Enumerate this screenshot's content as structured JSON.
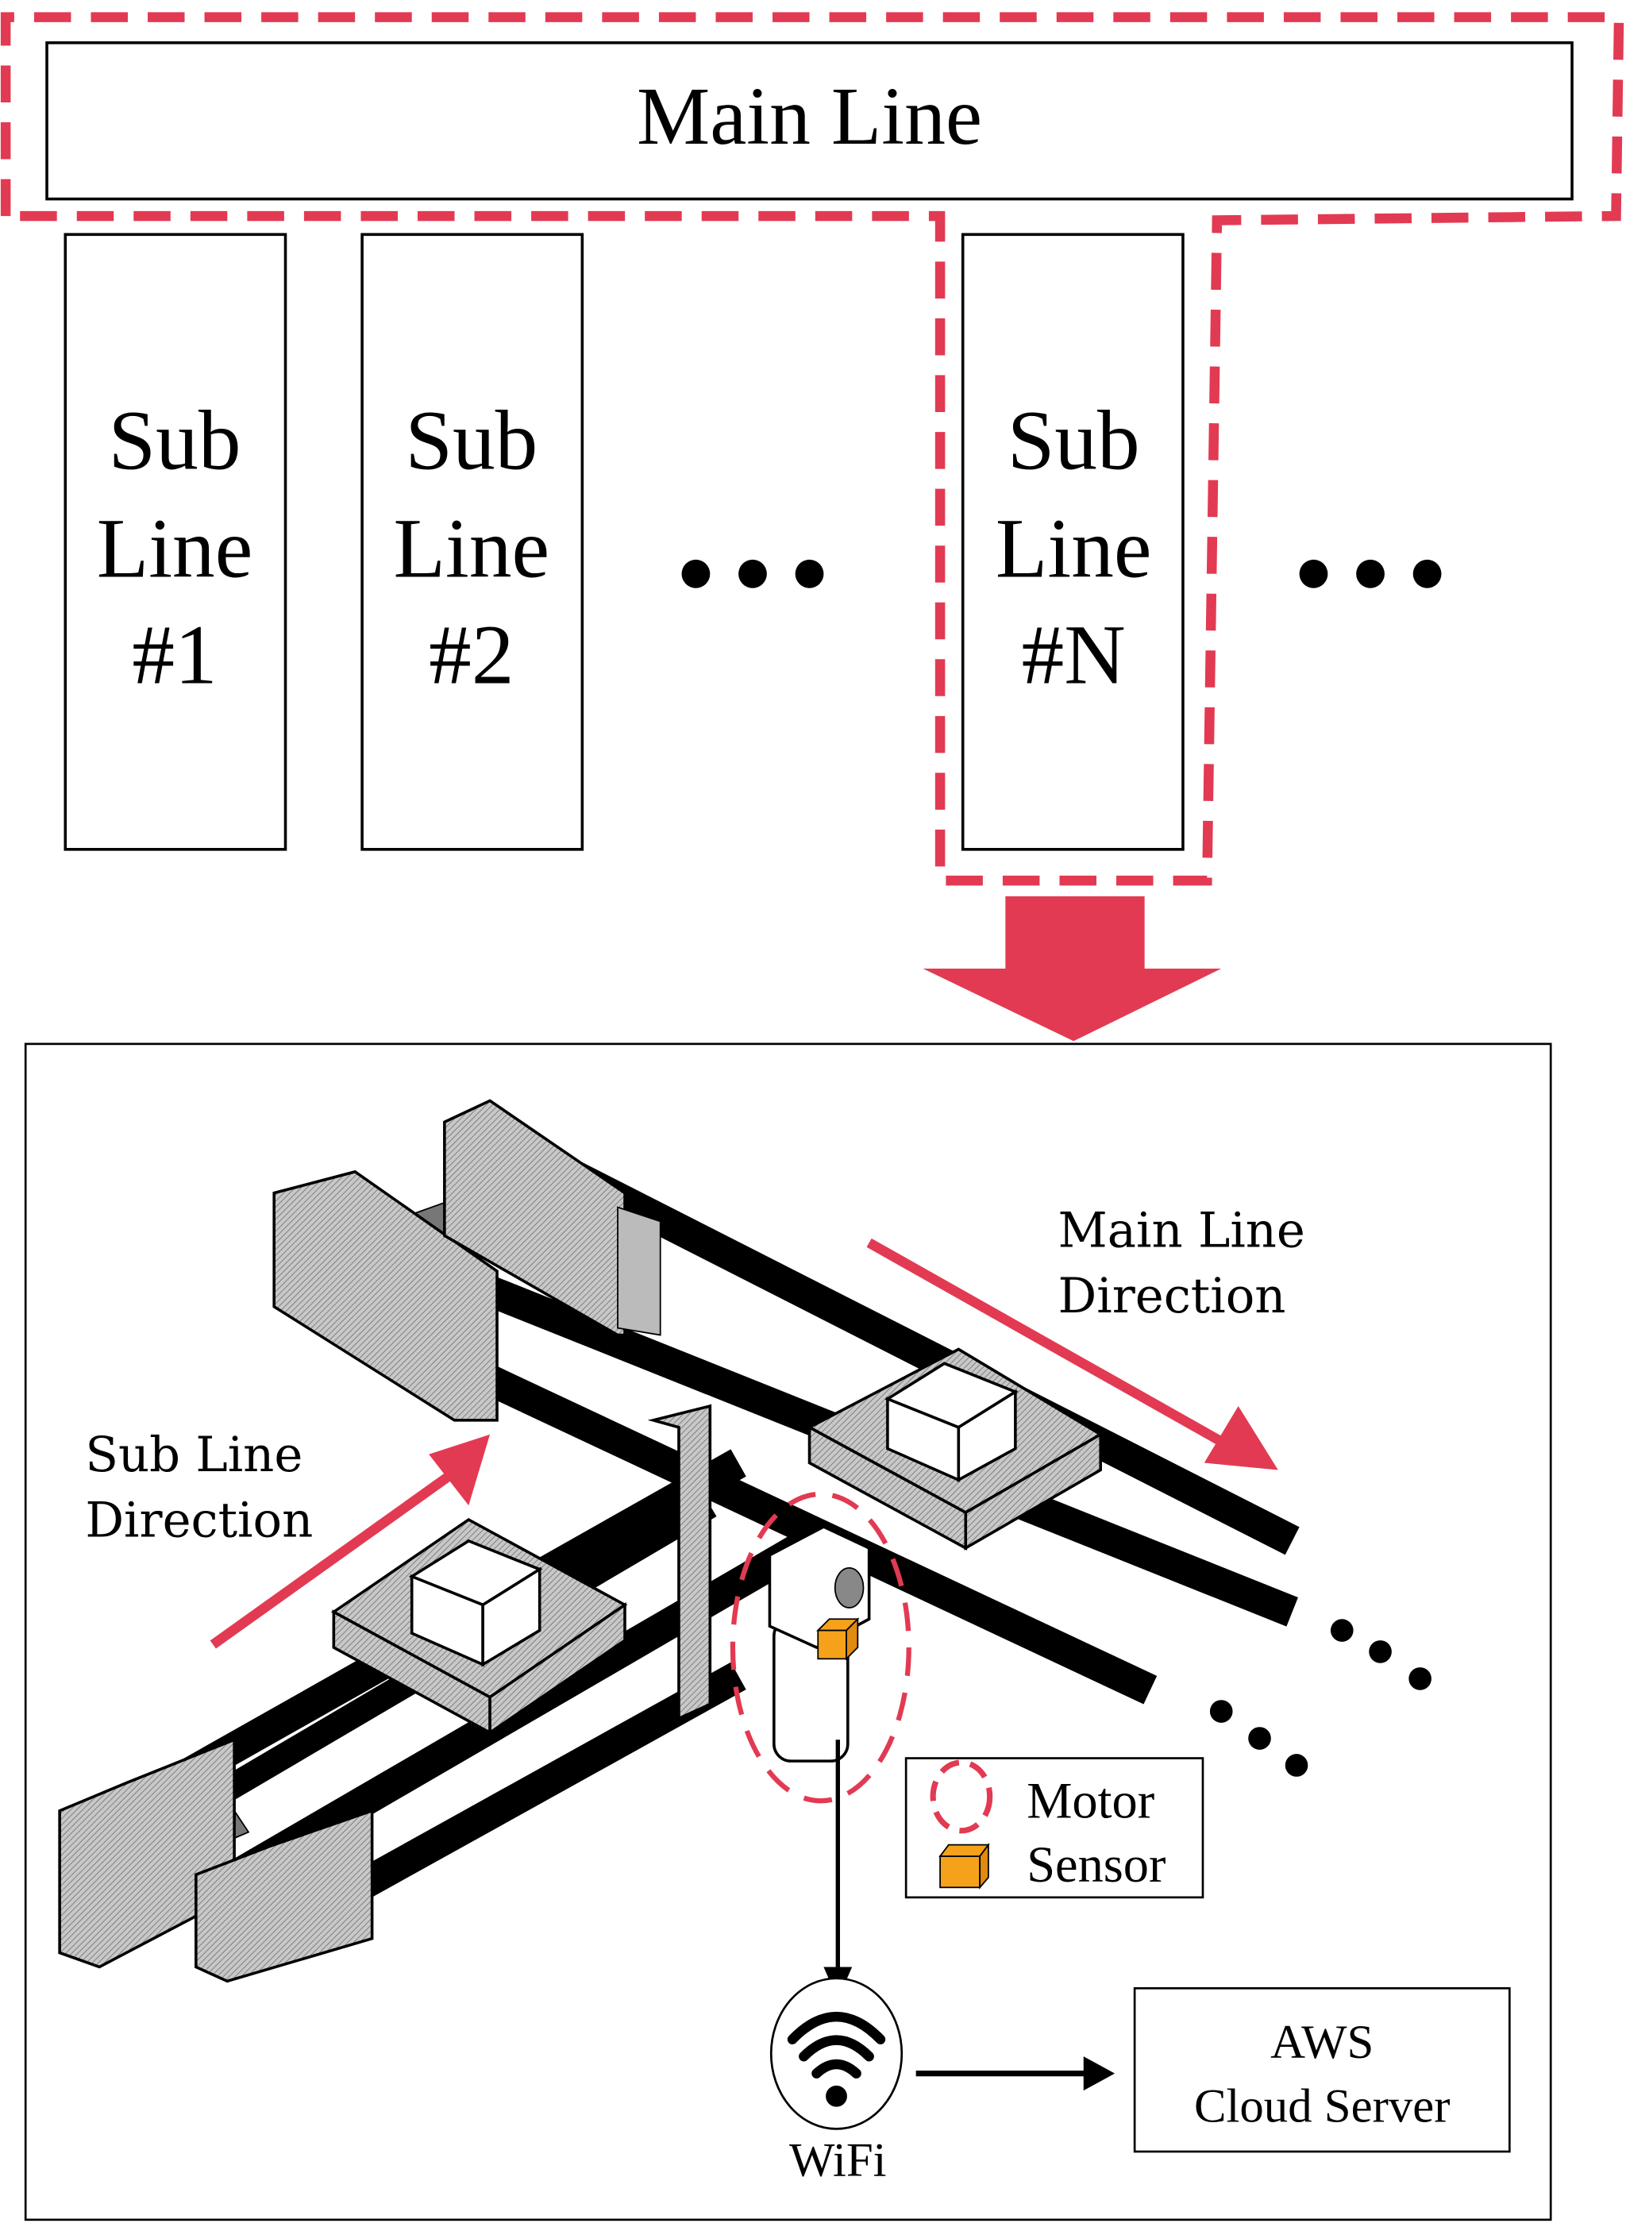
{
  "colors": {
    "accent": "#e23a52",
    "sensor": "#f5a21a",
    "ink": "#000000"
  },
  "top": {
    "main_line_label": "Main Line",
    "sub_lines": [
      {
        "line1": "Sub",
        "line2": "Line",
        "line3": "#1"
      },
      {
        "line1": "Sub",
        "line2": "Line",
        "line3": "#2"
      },
      {
        "line1": "Sub",
        "line2": "Line",
        "line3": "#N"
      }
    ],
    "ellipsis": "•••"
  },
  "detail": {
    "main_dir_line1": "Main Line",
    "main_dir_line2": "Direction",
    "sub_dir_line1": "Sub Line",
    "sub_dir_line2": "Direction",
    "legend": {
      "motor": "Motor",
      "sensor": "Sensor"
    },
    "wifi_label": "WiFi",
    "wifi_icon": "wifi-icon",
    "aws_line1": "AWS",
    "aws_line2": "Cloud Server"
  }
}
